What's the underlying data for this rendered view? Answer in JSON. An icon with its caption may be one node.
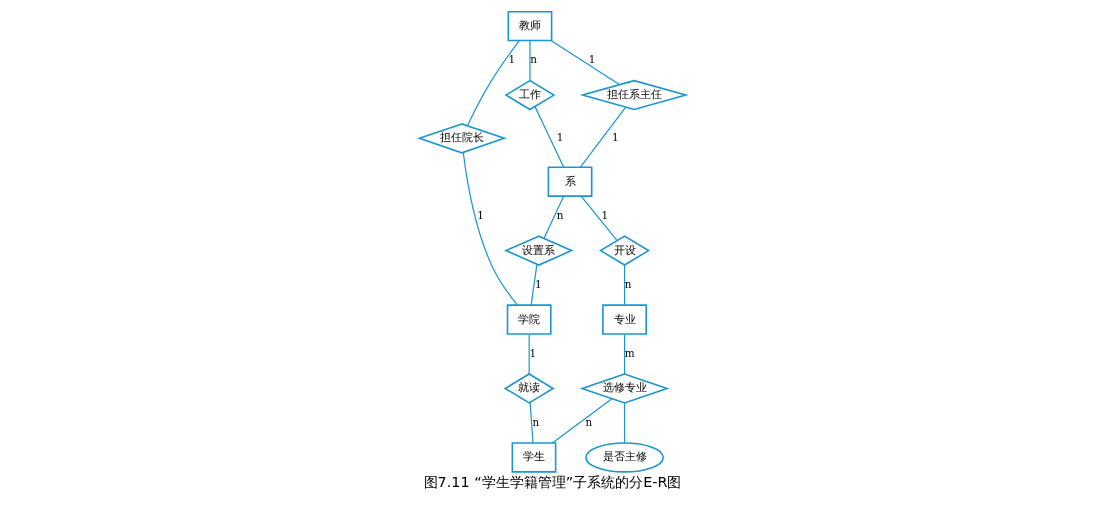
{
  "diagram": {
    "caption": "图7.11 “学生学籍管理”子系统的分E-R图",
    "nodes": [
      {
        "text": [
          "教师"
        ]
      },
      {
        "text": [
          "工作"
        ]
      },
      {
        "text": [
          "担任系主任"
        ]
      },
      {
        "text": [
          "担任院长"
        ]
      },
      {
        "text": [
          "系"
        ]
      },
      {
        "text": [
          "学院"
        ]
      },
      {
        "text": [
          "设置系"
        ]
      },
      {
        "text": [
          "开设"
        ]
      },
      {
        "text": [
          "就读"
        ]
      },
      {
        "text": [
          "专业"
        ]
      },
      {
        "text": [
          "选修专业"
        ]
      },
      {
        "text": [
          "学生"
        ]
      },
      {
        "text": [
          "是否主修"
        ]
      }
    ],
    "edges": [
      {
        "from": 0,
        "to": 1,
        "arrow": "none",
        "label": "n"
      },
      {
        "from": 1,
        "to": 4,
        "arrow": "none",
        "label": "1"
      },
      {
        "from": 0,
        "to": 2,
        "arrow": "none",
        "label": "1"
      },
      {
        "from": 2,
        "to": 4,
        "arrow": "none",
        "label": "1"
      },
      {
        "from": 0,
        "to": 3,
        "arrow": "none",
        "label": "1"
      },
      {
        "from": 3,
        "to": 5,
        "arrow": "none",
        "label": "1"
      },
      {
        "from": 4,
        "to": 7,
        "arrow": "none",
        "label": "1"
      },
      {
        "from": 7,
        "to": 9,
        "arrow": "none",
        "label": "n"
      },
      {
        "from": 4,
        "to": 6,
        "arrow": "none",
        "label": "n"
      },
      {
        "from": 6,
        "to": 5,
        "arrow": "none",
        "label": "1"
      },
      {
        "from": 5,
        "to": 8,
        "arrow": "none",
        "label": "1"
      },
      {
        "from": 8,
        "to": 11,
        "arrow": "none",
        "label": "n"
      },
      {
        "from": 9,
        "to": 10,
        "arrow": "none",
        "label": "m"
      },
      {
        "from": 10,
        "to": 11,
        "arrow": "none",
        "label": "n"
      },
      {
        "from": 10,
        "to": 12,
        "arrow": "none"
      }
    ]
  }
}
